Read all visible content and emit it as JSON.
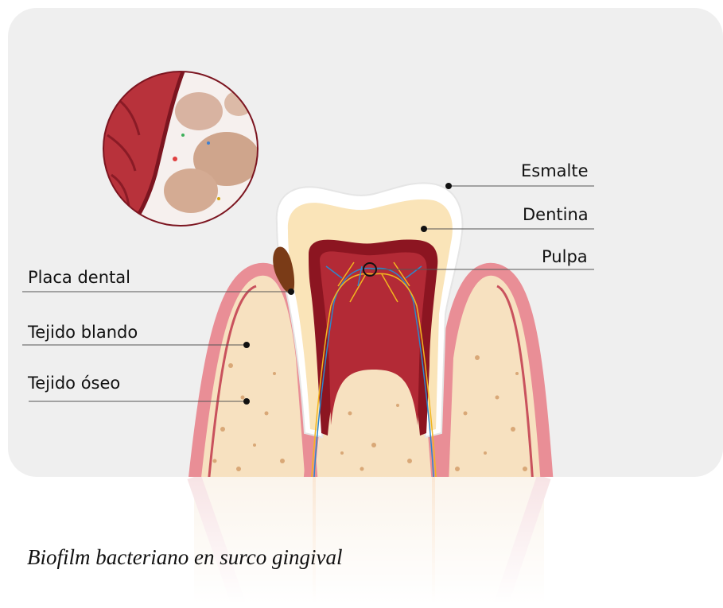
{
  "labels": {
    "esmalte": "Esmalte",
    "dentina": "Dentina",
    "pulpa": "Pulpa",
    "placa_dental": "Placa dental",
    "tejido_blando": "Tejido blando",
    "tejido_oseo": "Tejido óseo"
  },
  "caption": "Biofilm bacteriano en surco gingival",
  "colors": {
    "panel": "#efefef",
    "enamel": "#ffffff",
    "dentin": "#fae4b8",
    "pulp_outer": "#8c1521",
    "pulp_inner": "#b32a36",
    "gum": "#e98e96",
    "gum_dark": "#c9525d",
    "bone": "#f7e1c0",
    "plaque": "#7a3b17"
  }
}
